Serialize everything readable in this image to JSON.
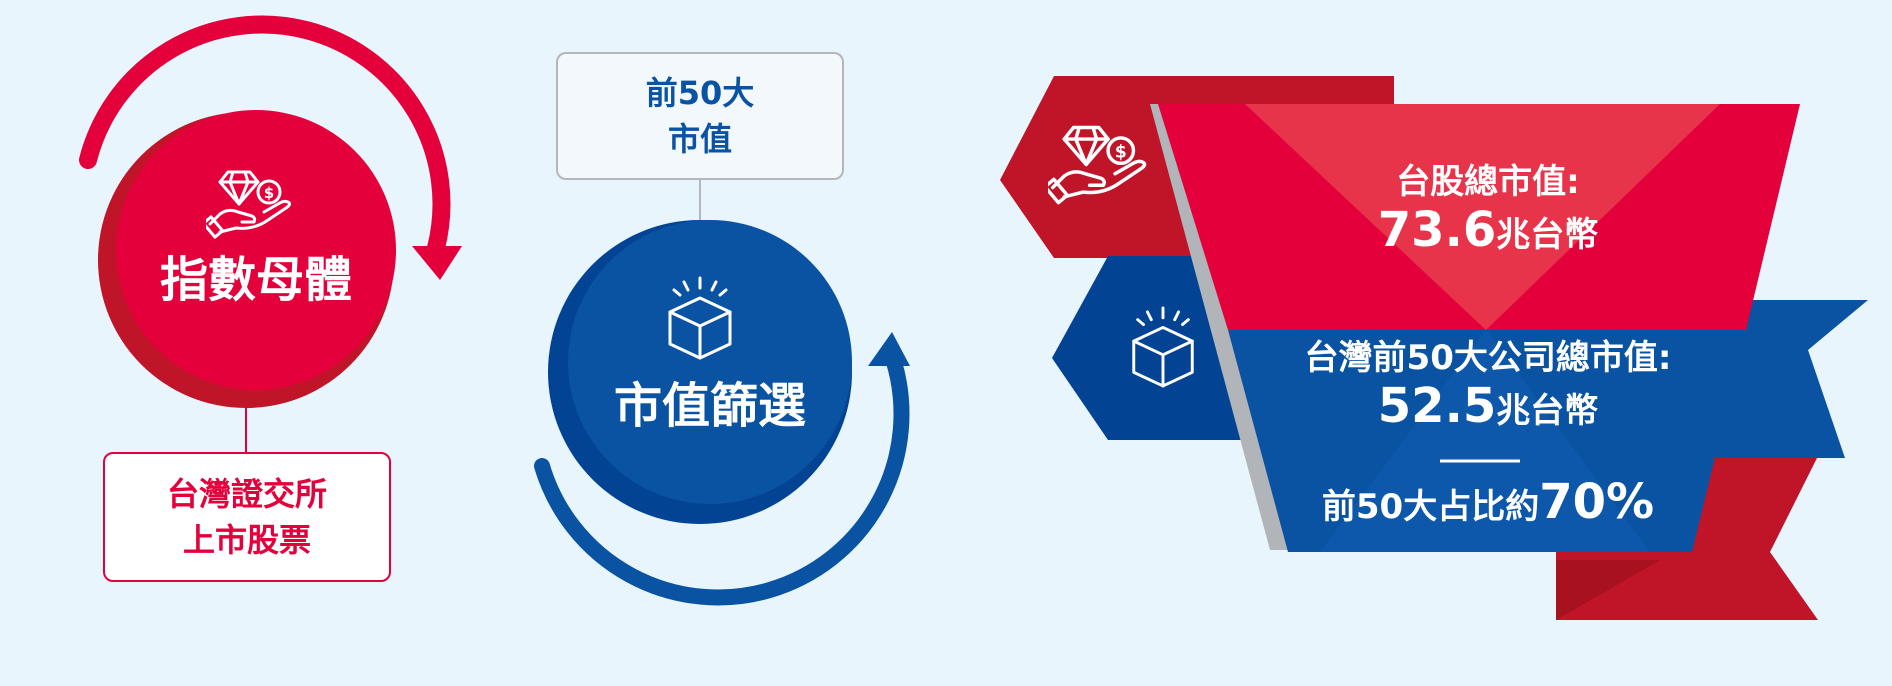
{
  "colors": {
    "background": "#e8f5fd",
    "red": "#e4003b",
    "red_dark": "#c01429",
    "blue": "#0a53a3",
    "blue_dark": "#024394",
    "gray_border": "#b4b8bc"
  },
  "step1": {
    "circle_title": "指數母體",
    "icon": "diamond-hand-coin-icon",
    "box_line1": "台灣證交所",
    "box_line2": "上市股票"
  },
  "step2": {
    "box_line1": "前50大",
    "box_line2": "市值",
    "icon": "box-icon",
    "circle_title": "市值篩選"
  },
  "funnel": {
    "top_icon": "diamond-hand-coin-icon",
    "bottom_icon": "box-icon",
    "total_label": "台股總市值:",
    "total_value": "73.6",
    "total_unit": "兆台幣",
    "top50_label": "台灣前50大公司總市值:",
    "top50_value": "52.5",
    "top50_unit": "兆台幣",
    "ratio_label": "前50大占比約",
    "ratio_value": "70%"
  }
}
